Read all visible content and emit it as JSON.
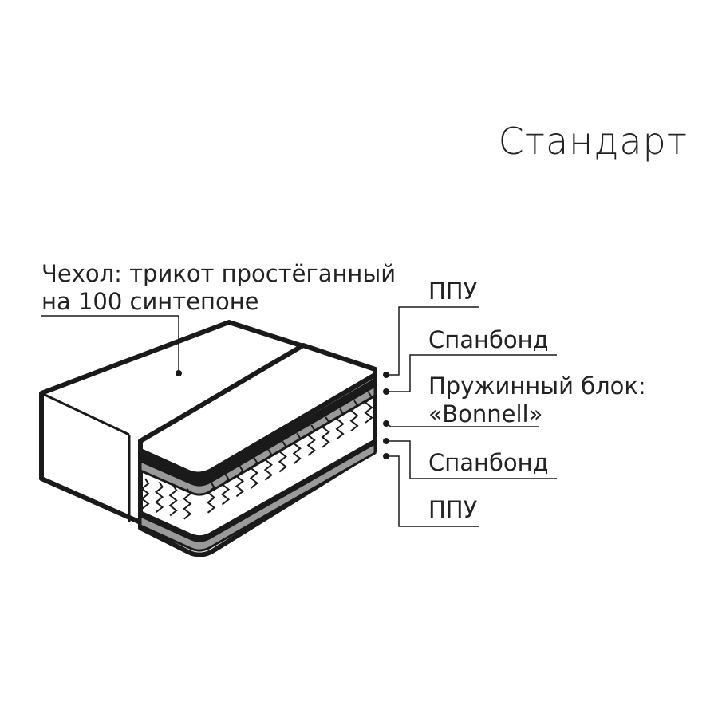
{
  "title": "Стандарт",
  "labels": {
    "cover_line1": "Чехол: трикот простёганный",
    "cover_line2": "на 100 синтепоне",
    "ppu_top": "ППУ",
    "spunbond_top": "Спанбонд",
    "spring_line1": "Пружинный блок:",
    "spring_line2": "«Bonnell»",
    "spunbond_bottom": "Спанбонд",
    "ppu_bottom": "ППУ"
  },
  "colors": {
    "outline": "#1a1a1a",
    "layer_gray": "#9a9a9a",
    "background": "#ffffff"
  }
}
